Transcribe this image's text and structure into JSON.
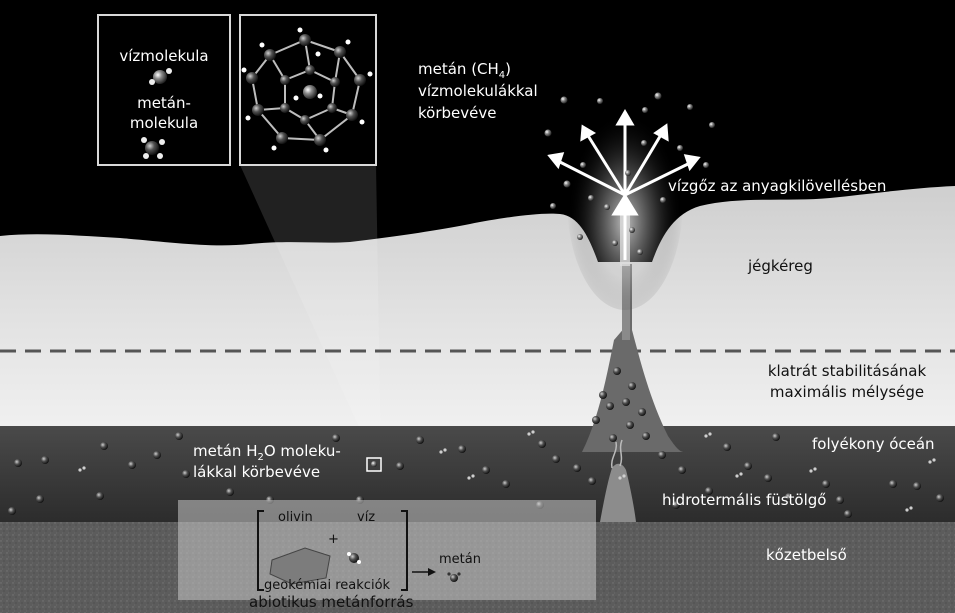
{
  "labels": {
    "water_molecule": "vízmolekula",
    "methane_molecule_1": "metán-",
    "methane_molecule_2": "molekula",
    "clathrate_1_pre": "metán (CH",
    "clathrate_1_sub": "4",
    "clathrate_1_post": ")",
    "clathrate_2": "vízmolekulákkal",
    "clathrate_3": "körbevéve",
    "plume": "vízgőz az anyagkilövellésben",
    "ice_crust": "jégkéreg",
    "stability_1": "klatrát stabilitásának",
    "stability_2": "maximális mélysége",
    "ocean": "folyékony óceán",
    "ocean_methane_1_pre": "metán H",
    "ocean_methane_1_sub": "2",
    "ocean_methane_1_post": "O moleku-",
    "ocean_methane_2": "lákkal körbevéve",
    "hydrothermal": "hidrotermális füstölgő",
    "rock_interior": "kőzetbelső",
    "olivine": "olivin",
    "plus": "+",
    "water": "víz",
    "methane": "metán",
    "geochem": "geokémiai reakciók",
    "abiotic": "abiotikus metánforrás"
  },
  "colors": {
    "space": "#000000",
    "ice": "#d8d8d8",
    "ocean": "#3a3a3a",
    "rock": "#5e5e5e",
    "dash": "#555555"
  }
}
